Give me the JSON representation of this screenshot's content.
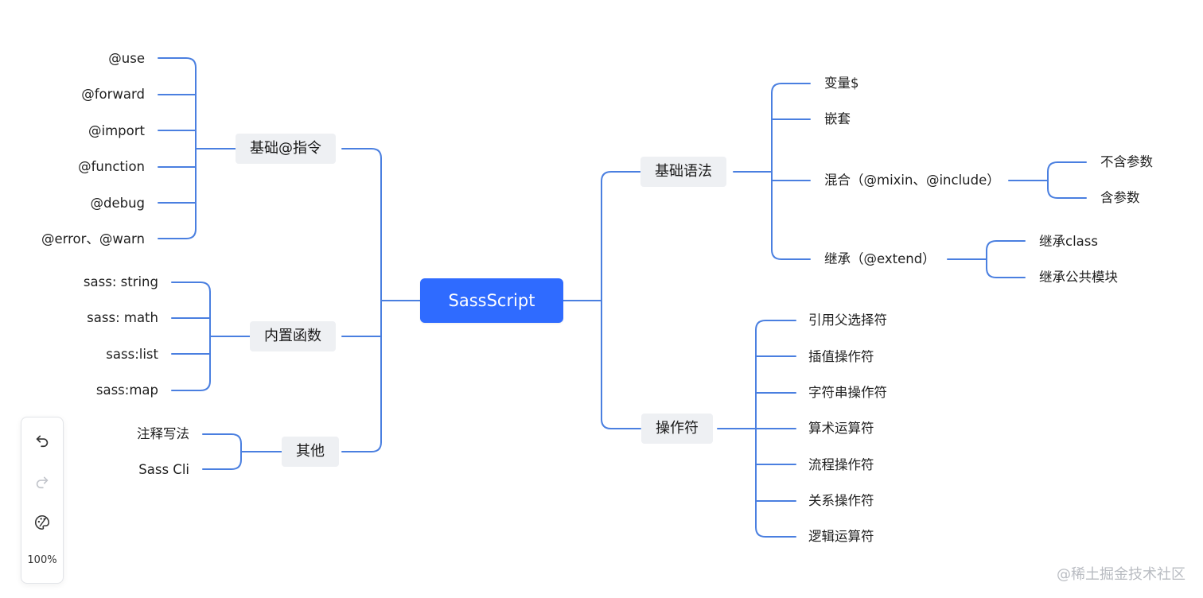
{
  "mindmap": {
    "root": "SassScript",
    "branches": [
      {
        "id": "basic-directives",
        "label": "基础@指令",
        "children": [
          "@use",
          "@forward",
          "@import",
          "@function",
          "@debug",
          "@error、@warn"
        ]
      },
      {
        "id": "builtin-functions",
        "label": "内置函数",
        "children": [
          "sass: string",
          "sass: math",
          "sass:list",
          "sass:map"
        ]
      },
      {
        "id": "others",
        "label": "其他",
        "children": [
          "注释写法",
          "Sass Cli"
        ]
      },
      {
        "id": "basic-syntax",
        "label": "基础语法",
        "children": [
          {
            "label": "变量$"
          },
          {
            "label": "嵌套"
          },
          {
            "label": "混合（@mixin、@include）",
            "children": [
              "不含参数",
              "含参数"
            ]
          },
          {
            "label": "继承（@extend）",
            "children": [
              "继承class",
              "继承公共模块"
            ]
          }
        ]
      },
      {
        "id": "operators",
        "label": "操作符",
        "children": [
          "引用父选择符",
          "插值操作符",
          "字符串操作符",
          "算术运算符",
          "流程操作符",
          "关系操作符",
          "逻辑运算符"
        ]
      }
    ]
  },
  "toolbar": {
    "undo_icon": "undo-icon",
    "redo_icon": "redo-icon",
    "theme_icon": "palette-icon",
    "zoom": "100%"
  },
  "watermark": "@稀土掘金技术社区",
  "colors": {
    "root_fill": "#2f6bff",
    "connector": "#4a7fe0",
    "topic_fill": "#eef0f3"
  }
}
